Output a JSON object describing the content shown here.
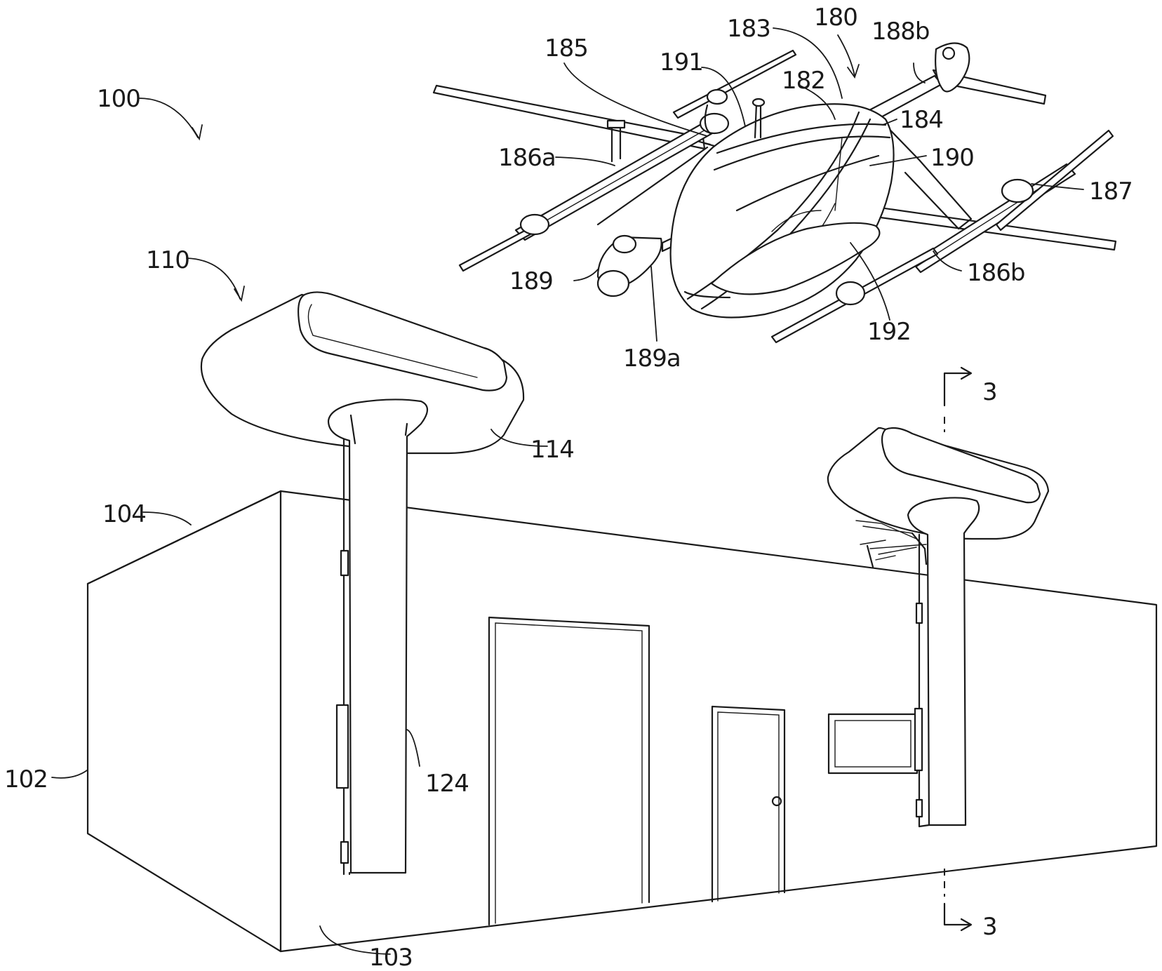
{
  "labels": {
    "r100": "100",
    "r110": "110",
    "r114": "114",
    "r104": "104",
    "r102": "102",
    "r124": "124",
    "r103": "103",
    "r180": "180",
    "r183": "183",
    "r182": "182",
    "r185": "185",
    "r191": "191",
    "r188b": "188b",
    "r184": "184",
    "r186a": "186a",
    "r190": "190",
    "r187": "187",
    "r189": "189",
    "r189a": "189a",
    "r192": "192",
    "r186b": "186b",
    "section_top": "3",
    "section_bottom": "3"
  }
}
